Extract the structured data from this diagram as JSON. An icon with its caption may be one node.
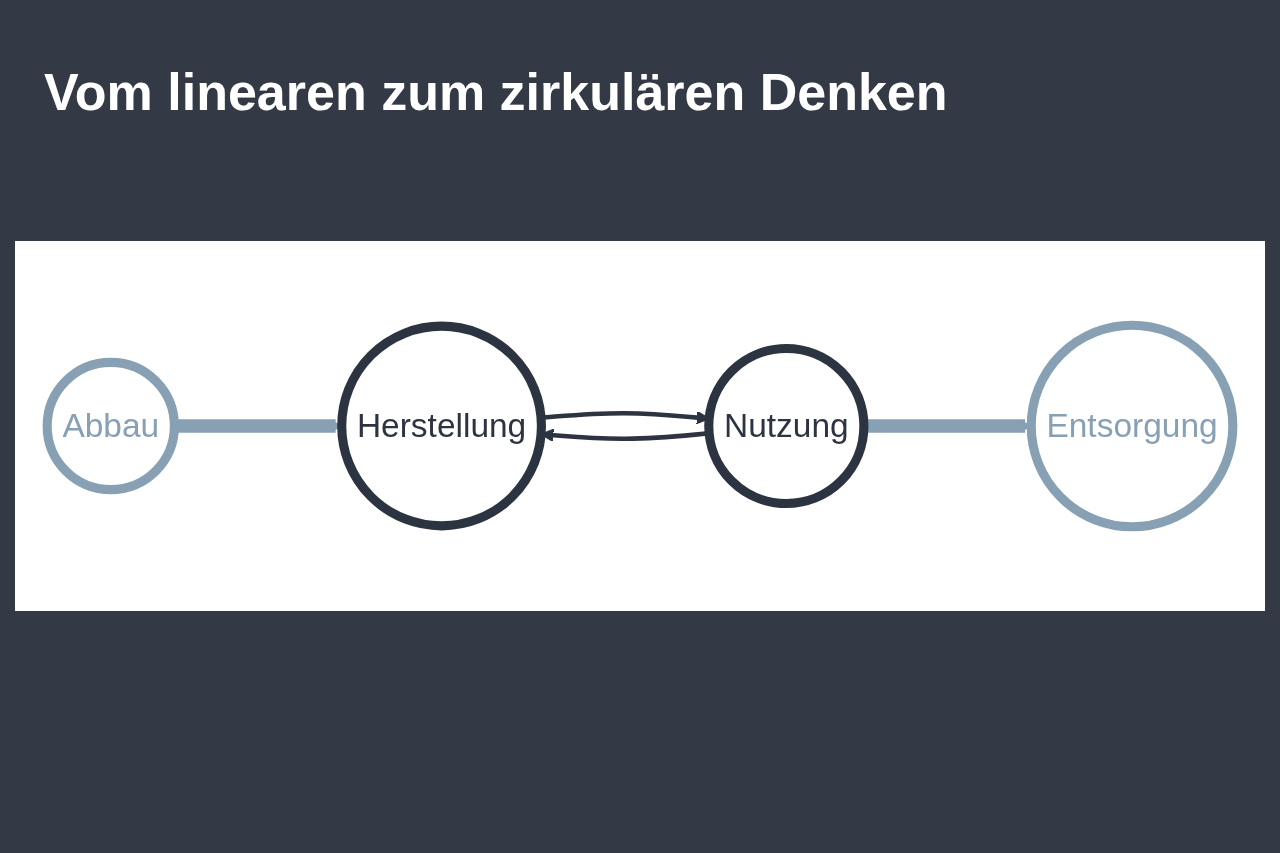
{
  "diagram": {
    "title": "Vom linearen zum zirkulären Denken",
    "nodes": [
      {
        "text": [
          "Abbau"
        ]
      },
      {
        "text": [
          "Herstellung"
        ]
      },
      {
        "text": [
          "Nutzung"
        ]
      },
      {
        "text": [
          "Entsorgung"
        ]
      }
    ],
    "edges": [
      {
        "from": 0,
        "to": 1,
        "arrow": "to",
        "style": "thick",
        "color": "#87a0b4"
      },
      {
        "from": 1,
        "to": 2,
        "arrow": "to",
        "color": "#2d3441"
      },
      {
        "from": 2,
        "to": 1,
        "arrow": "to",
        "color": "#2d3441"
      },
      {
        "from": 2,
        "to": 3,
        "arrow": "to",
        "style": "thick",
        "color": "#87a0b4"
      }
    ]
  }
}
